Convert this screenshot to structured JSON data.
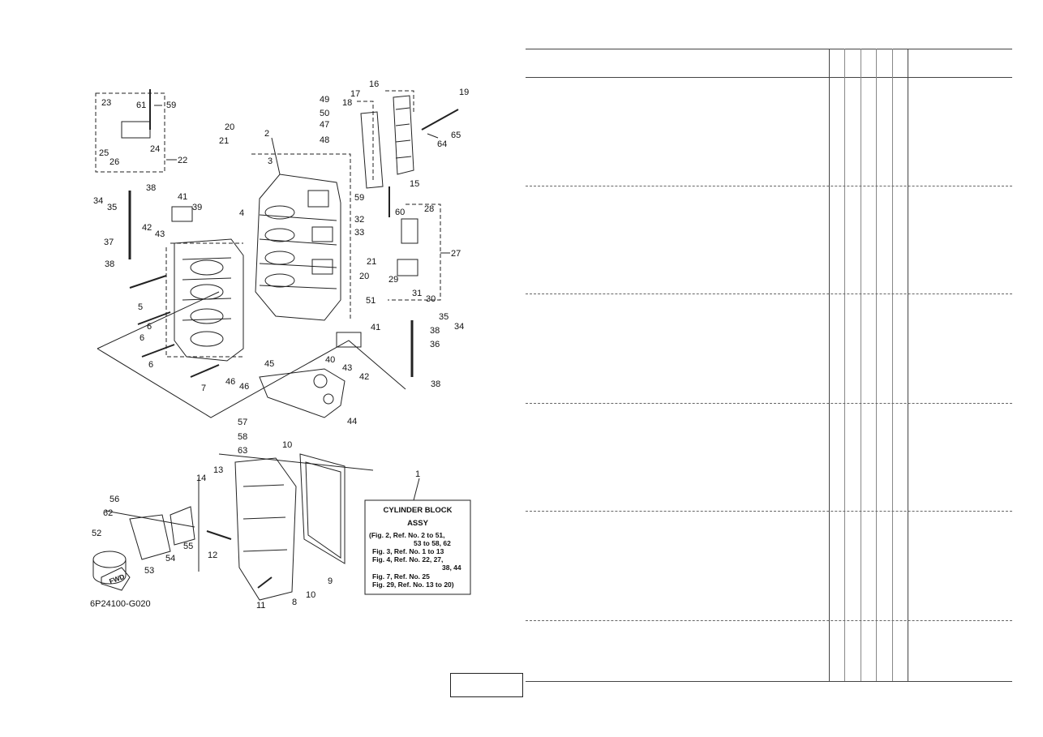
{
  "diagram": {
    "code": "6P24100-G020",
    "fwd_label": "FWD",
    "label_box": {
      "title_1": "CYLINDER BLOCK",
      "title_2": "ASSY",
      "lines": [
        "(Fig. 2, Ref. No. 2 to 51,",
        "53 to 58, 62",
        "Fig. 3, Ref. No. 1 to 13",
        "Fig. 4, Ref. No. 22, 27,",
        "38, 44",
        "Fig. 7, Ref. No. 25",
        "Fig. 29, Ref. No. 13 to 20)"
      ]
    },
    "callouts": [
      "1",
      "2",
      "3",
      "4",
      "5",
      "6",
      "6",
      "6",
      "7",
      "8",
      "9",
      "10",
      "10",
      "11",
      "12",
      "13",
      "14",
      "15",
      "16",
      "17",
      "18",
      "19",
      "20",
      "20",
      "21",
      "21",
      "22",
      "23",
      "24",
      "25",
      "26",
      "27",
      "28",
      "29",
      "30",
      "31",
      "32",
      "33",
      "34",
      "34",
      "35",
      "35",
      "36",
      "37",
      "38",
      "38",
      "38",
      "38",
      "39",
      "40",
      "41",
      "41",
      "42",
      "42",
      "43",
      "43",
      "44",
      "45",
      "46",
      "46",
      "47",
      "48",
      "49",
      "50",
      "51",
      "52",
      "53",
      "54",
      "55",
      "56",
      "57",
      "58",
      "59",
      "59",
      "60",
      "61",
      "62",
      "63",
      "64",
      "65"
    ]
  },
  "table": {
    "page_number": ""
  }
}
